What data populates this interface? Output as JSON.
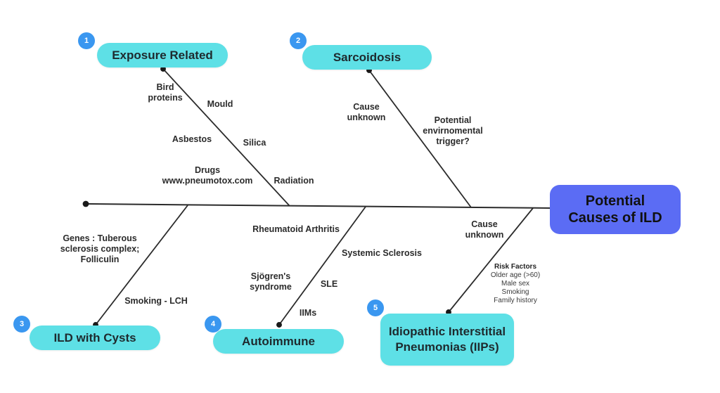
{
  "diagram": {
    "type": "fishbone",
    "title": "Potential Causes of ILD",
    "colors": {
      "category_fill": "#5ee0e6",
      "head_fill": "#5b6cf4",
      "badge_fill": "#3a97f0",
      "line": "#2b2b2b"
    },
    "categories": [
      {
        "number": "1",
        "name": "Exposure Related",
        "causes": [
          "Bird\nproteins",
          "Mould",
          "Asbestos",
          "Silica",
          "Drugs\nwww.pneumotox.com",
          "Radiation"
        ]
      },
      {
        "number": "2",
        "name": "Sarcoidosis",
        "causes": [
          "Cause\nunknown",
          "Potential\nenvirnomental\ntrigger?"
        ]
      },
      {
        "number": "3",
        "name": "ILD with Cysts",
        "causes": [
          "Genes : Tuberous\nsclerosis complex;\nFolliculin",
          "Smoking - LCH"
        ]
      },
      {
        "number": "4",
        "name": "Autoimmune",
        "causes": [
          "Rheumatoid Arthritis",
          "Systemic Sclerosis",
          "Sjögren's\nsyndrome",
          "SLE",
          "IIMs"
        ]
      },
      {
        "number": "5",
        "name": "Idiopathic Interstitial Pneumonias (IIPs)",
        "causes": [
          "Cause\nunknown"
        ],
        "risk_factors": {
          "heading": "Risk Factors",
          "items": [
            "Older age (>60)",
            "Male sex",
            "Smoking",
            "Family history"
          ]
        }
      }
    ]
  }
}
